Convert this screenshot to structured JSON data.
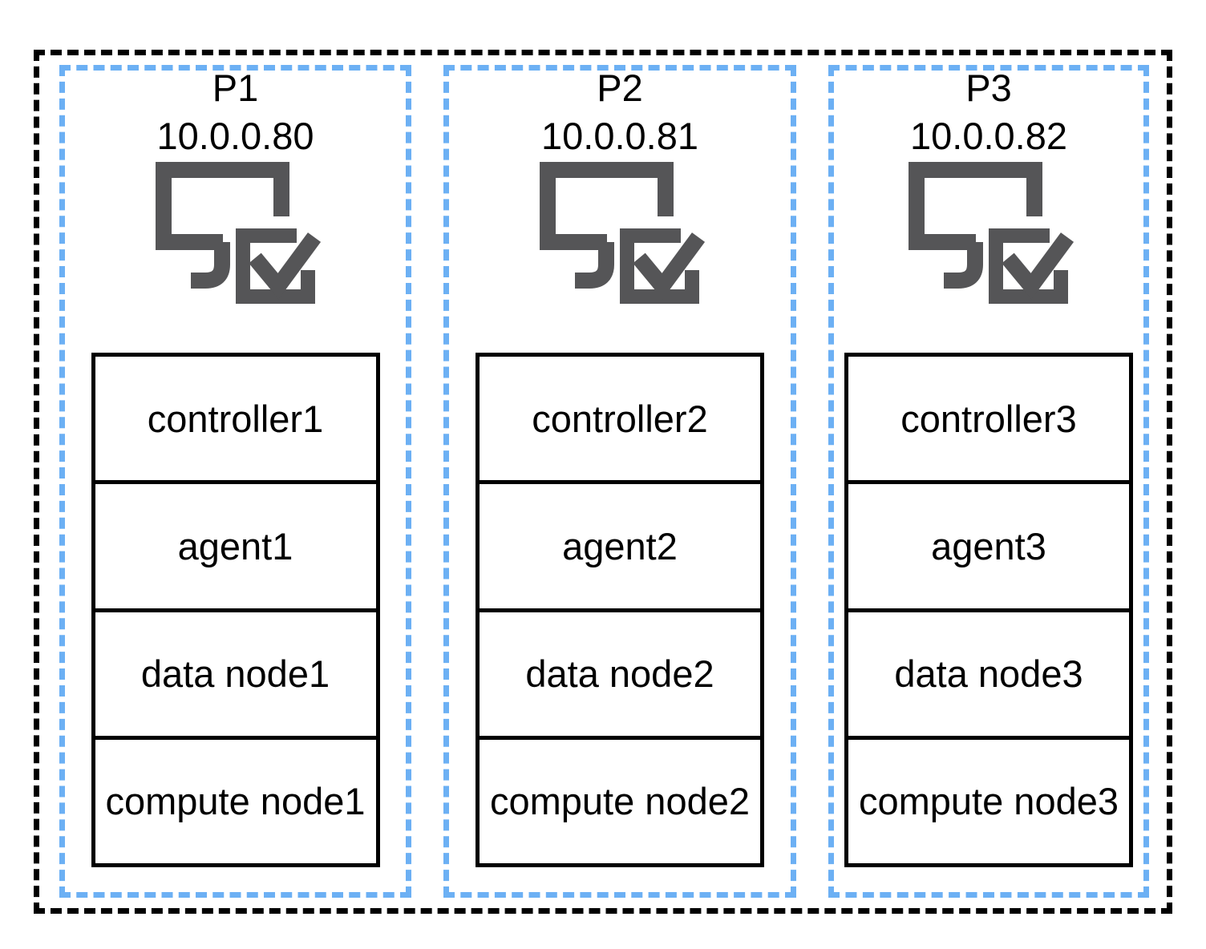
{
  "diagram": {
    "hosts": [
      {
        "name": "P1",
        "ip": "10.0.0.80",
        "components": [
          "controller1",
          "agent1",
          "data node1",
          "compute node1"
        ]
      },
      {
        "name": "P2",
        "ip": "10.0.0.81",
        "components": [
          "controller2",
          "agent2",
          "data node2",
          "compute node2"
        ]
      },
      {
        "name": "P3",
        "ip": "10.0.0.82",
        "components": [
          "controller3",
          "agent3",
          "data node3",
          "compute node3"
        ]
      }
    ],
    "colors": {
      "background": "#ffffff",
      "outer_boundary_border": "#000000",
      "host_border": "#6cb0f4",
      "component_border": "#000000",
      "icon": "#555557",
      "text": "#000000"
    }
  }
}
